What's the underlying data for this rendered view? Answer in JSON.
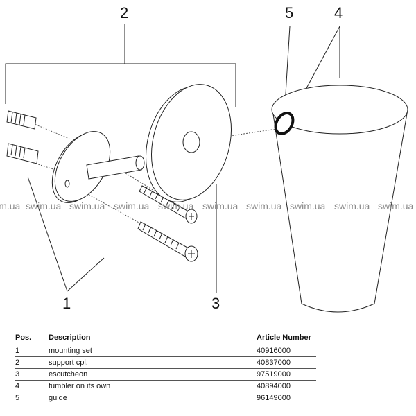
{
  "callouts": {
    "c1": "1",
    "c2": "2",
    "c3": "3",
    "c4": "4",
    "c5": "5"
  },
  "watermark": "swim.ua",
  "table": {
    "headers": [
      "Pos.",
      "Description",
      "Article Number"
    ],
    "rows": [
      {
        "pos": "1",
        "description": "mounting set",
        "article": "40916000"
      },
      {
        "pos": "2",
        "description": "support cpl.",
        "article": "40837000"
      },
      {
        "pos": "3",
        "description": "escutcheon",
        "article": "97519000"
      },
      {
        "pos": "4",
        "description": "tumbler on its own",
        "article": "40894000"
      },
      {
        "pos": "5",
        "description": "guide",
        "article": "96149000"
      }
    ]
  }
}
